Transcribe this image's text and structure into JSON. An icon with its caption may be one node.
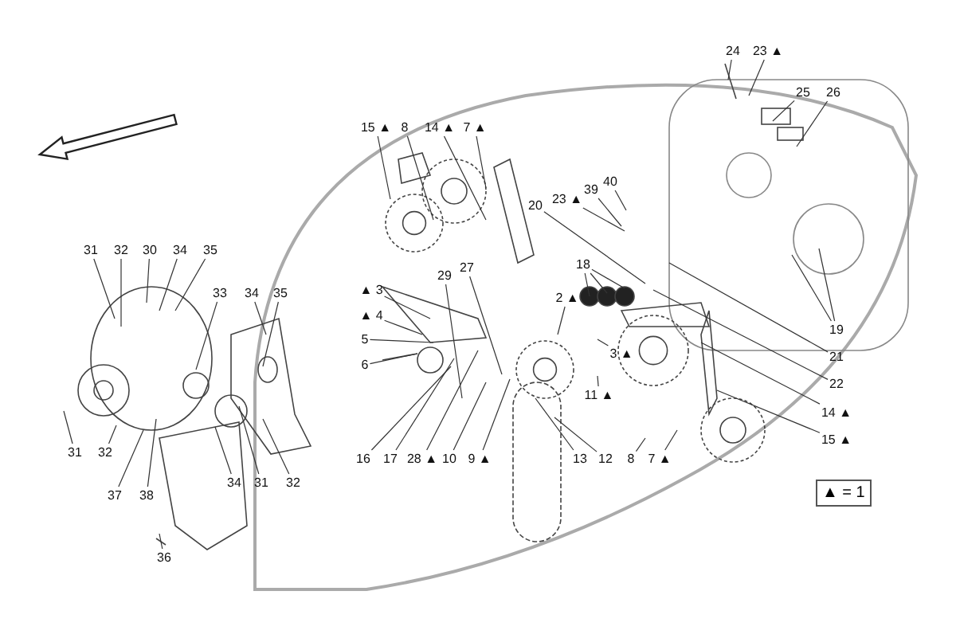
{
  "diagram": {
    "nodes": [
      {
        "text": [
          "24"
        ]
      },
      {
        "text": [
          "23 ▲"
        ]
      },
      {
        "text": [
          "25"
        ]
      },
      {
        "text": [
          "26"
        ]
      },
      {
        "text": [
          "15 ▲"
        ]
      },
      {
        "text": [
          "8"
        ]
      },
      {
        "text": [
          "14 ▲"
        ]
      },
      {
        "text": [
          "7 ▲"
        ]
      },
      {
        "text": [
          "40"
        ]
      },
      {
        "text": [
          "39"
        ]
      },
      {
        "text": [
          "23 ▲"
        ]
      },
      {
        "text": [
          "20"
        ]
      },
      {
        "text": [
          "31"
        ]
      },
      {
        "text": [
          "32"
        ]
      },
      {
        "text": [
          "30"
        ]
      },
      {
        "text": [
          "34"
        ]
      },
      {
        "text": [
          "35"
        ]
      },
      {
        "text": [
          "18"
        ]
      },
      {
        "text": [
          "29"
        ]
      },
      {
        "text": [
          "27"
        ]
      },
      {
        "text": [
          "▲ 3"
        ]
      },
      {
        "text": [
          "33"
        ]
      },
      {
        "text": [
          "34"
        ]
      },
      {
        "text": [
          "35"
        ]
      },
      {
        "text": [
          "2 ▲"
        ]
      },
      {
        "text": [
          "▲ 4"
        ]
      },
      {
        "text": [
          "19"
        ]
      },
      {
        "text": [
          "5"
        ]
      },
      {
        "text": [
          "3 ▲"
        ]
      },
      {
        "text": [
          "21"
        ]
      },
      {
        "text": [
          "6"
        ]
      },
      {
        "text": [
          "22"
        ]
      },
      {
        "text": [
          "11 ▲"
        ]
      },
      {
        "text": [
          "14 ▲"
        ]
      },
      {
        "text": [
          "15 ▲"
        ]
      },
      {
        "text": [
          "31"
        ]
      },
      {
        "text": [
          "32"
        ]
      },
      {
        "text": [
          "16"
        ]
      },
      {
        "text": [
          "17"
        ]
      },
      {
        "text": [
          "28 ▲"
        ]
      },
      {
        "text": [
          "10"
        ]
      },
      {
        "text": [
          "9 ▲"
        ]
      },
      {
        "text": [
          "13"
        ]
      },
      {
        "text": [
          "12"
        ]
      },
      {
        "text": [
          "8"
        ]
      },
      {
        "text": [
          "7 ▲"
        ]
      },
      {
        "text": [
          "34"
        ]
      },
      {
        "text": [
          "31"
        ]
      },
      {
        "text": [
          "32"
        ]
      },
      {
        "text": [
          "37"
        ]
      },
      {
        "text": [
          "38"
        ]
      },
      {
        "text": [
          "36"
        ]
      }
    ],
    "edges": [
      {
        "from": 0,
        "to": null,
        "arrow": "none"
      },
      {
        "from": 1,
        "to": null,
        "arrow": "none"
      },
      {
        "from": 2,
        "to": null,
        "arrow": "none"
      },
      {
        "from": 3,
        "to": null,
        "arrow": "none"
      },
      {
        "from": 4,
        "to": null,
        "arrow": "none"
      },
      {
        "from": 5,
        "to": null,
        "arrow": "none"
      },
      {
        "from": 6,
        "to": null,
        "arrow": "none"
      },
      {
        "from": 7,
        "to": null,
        "arrow": "none"
      },
      {
        "from": 8,
        "to": null,
        "arrow": "none"
      },
      {
        "from": 9,
        "to": null,
        "arrow": "none"
      },
      {
        "from": 10,
        "to": null,
        "arrow": "none"
      },
      {
        "from": 11,
        "to": null,
        "arrow": "none"
      },
      {
        "from": 12,
        "to": null,
        "arrow": "none"
      },
      {
        "from": 13,
        "to": null,
        "arrow": "none"
      },
      {
        "from": 14,
        "to": null,
        "arrow": "none"
      },
      {
        "from": 15,
        "to": null,
        "arrow": "none"
      },
      {
        "from": 16,
        "to": null,
        "arrow": "none"
      },
      {
        "from": 17,
        "to": null,
        "arrow": "none"
      },
      {
        "from": 17,
        "to": null,
        "arrow": "none"
      },
      {
        "from": 17,
        "to": null,
        "arrow": "none"
      },
      {
        "from": 18,
        "to": null,
        "arrow": "none"
      },
      {
        "from": 19,
        "to": null,
        "arrow": "none"
      },
      {
        "from": 20,
        "to": null,
        "arrow": "none"
      },
      {
        "from": 21,
        "to": null,
        "arrow": "none"
      },
      {
        "from": 22,
        "to": null,
        "arrow": "none"
      },
      {
        "from": 23,
        "to": null,
        "arrow": "none"
      },
      {
        "from": 24,
        "to": null,
        "arrow": "none"
      },
      {
        "from": 25,
        "to": null,
        "arrow": "none"
      },
      {
        "from": 26,
        "to": null,
        "arrow": "none"
      },
      {
        "from": 26,
        "to": null,
        "arrow": "none"
      },
      {
        "from": 27,
        "to": null,
        "arrow": "none"
      },
      {
        "from": 28,
        "to": null,
        "arrow": "none"
      },
      {
        "from": 29,
        "to": null,
        "arrow": "none"
      },
      {
        "from": 30,
        "to": null,
        "arrow": "none"
      },
      {
        "from": 31,
        "to": null,
        "arrow": "none"
      },
      {
        "from": 32,
        "to": null,
        "arrow": "none"
      },
      {
        "from": 33,
        "to": null,
        "arrow": "none"
      },
      {
        "from": 34,
        "to": null,
        "arrow": "none"
      },
      {
        "from": 35,
        "to": null,
        "arrow": "none"
      },
      {
        "from": 36,
        "to": null,
        "arrow": "none"
      },
      {
        "from": 37,
        "to": null,
        "arrow": "none"
      },
      {
        "from": 38,
        "to": null,
        "arrow": "none"
      },
      {
        "from": 39,
        "to": null,
        "arrow": "none"
      },
      {
        "from": 40,
        "to": null,
        "arrow": "none"
      },
      {
        "from": 41,
        "to": null,
        "arrow": "none"
      },
      {
        "from": 42,
        "to": null,
        "arrow": "none"
      },
      {
        "from": 43,
        "to": null,
        "arrow": "none"
      },
      {
        "from": 44,
        "to": null,
        "arrow": "none"
      },
      {
        "from": 45,
        "to": null,
        "arrow": "none"
      },
      {
        "from": 46,
        "to": null,
        "arrow": "none"
      },
      {
        "from": 47,
        "to": null,
        "arrow": "none"
      },
      {
        "from": 48,
        "to": null,
        "arrow": "none"
      },
      {
        "from": 49,
        "to": null,
        "arrow": "none"
      },
      {
        "from": 50,
        "to": null,
        "arrow": "none"
      },
      {
        "from": 51,
        "to": null,
        "arrow": "none"
      }
    ],
    "labels": [
      "▲ = 1"
    ]
  }
}
